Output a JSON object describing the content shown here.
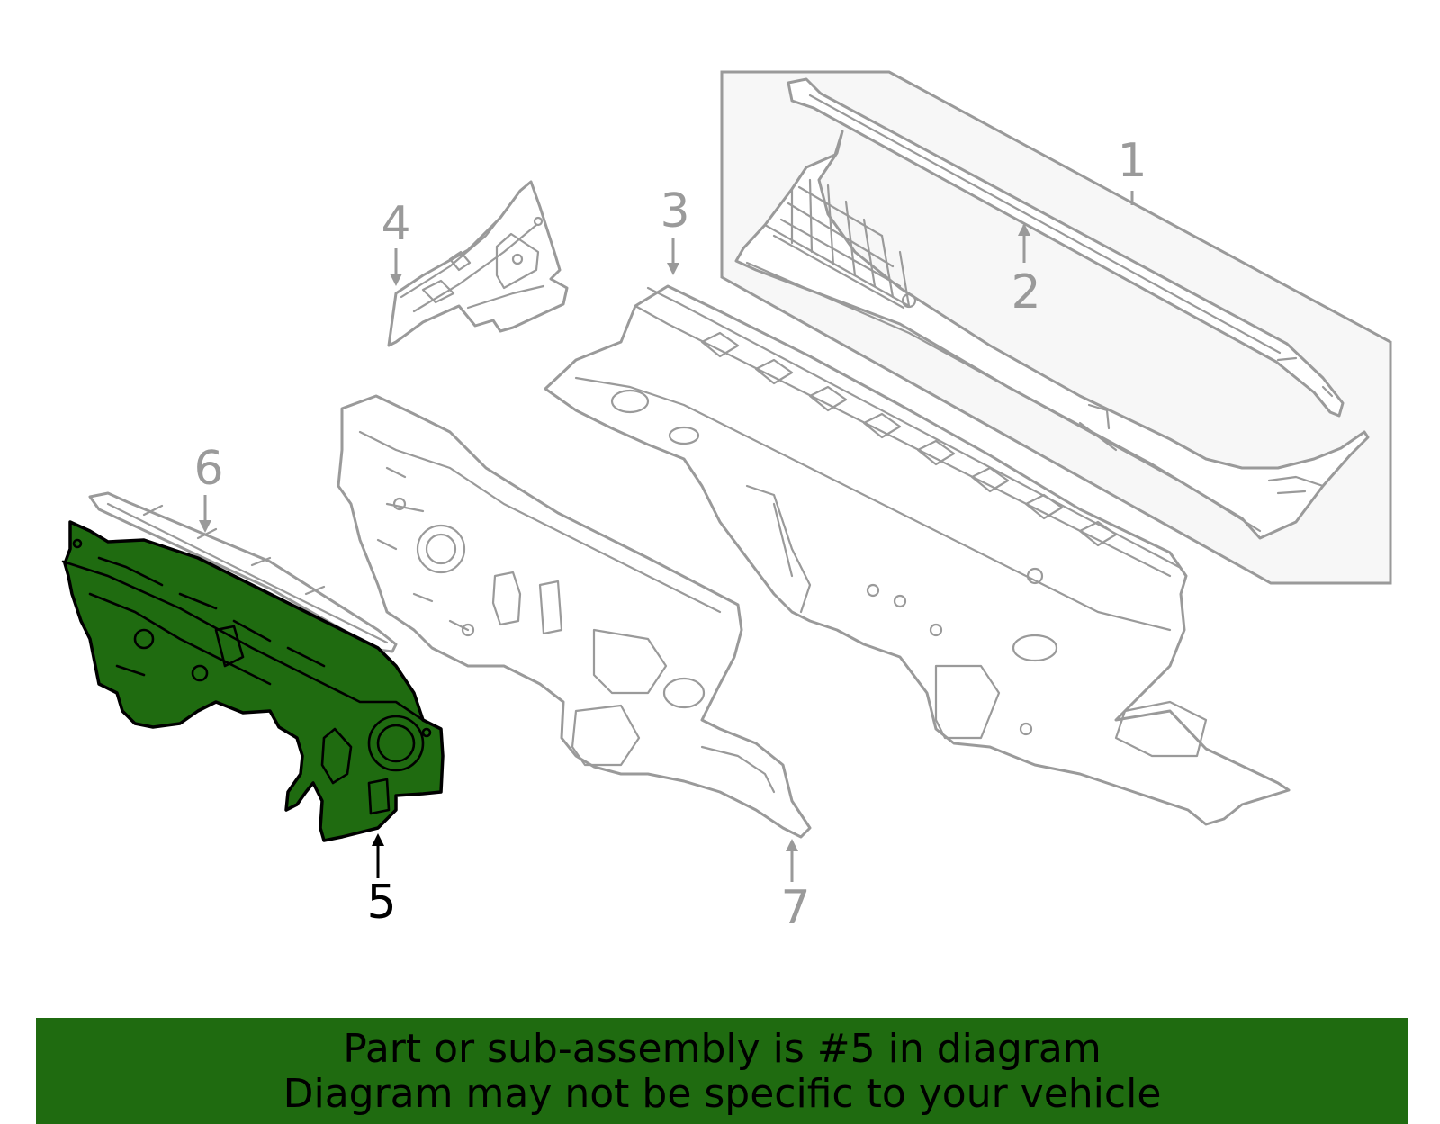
{
  "diagram": {
    "callouts": [
      {
        "id": "1",
        "label": "1",
        "highlighted": false
      },
      {
        "id": "2",
        "label": "2",
        "highlighted": false
      },
      {
        "id": "3",
        "label": "3",
        "highlighted": false
      },
      {
        "id": "4",
        "label": "4",
        "highlighted": false
      },
      {
        "id": "5",
        "label": "5",
        "highlighted": true
      },
      {
        "id": "6",
        "label": "6",
        "highlighted": false
      },
      {
        "id": "7",
        "label": "7",
        "highlighted": false
      }
    ],
    "colors": {
      "highlight_fill": "#1f6b10",
      "outline_grey": "#9a9a9a",
      "panel_background": "#f7f7f7",
      "banner_background": "#1f6b10"
    }
  },
  "banner": {
    "line1": "Part or sub-assembly is #5 in diagram",
    "line2": "Diagram may not be specific to your vehicle"
  }
}
